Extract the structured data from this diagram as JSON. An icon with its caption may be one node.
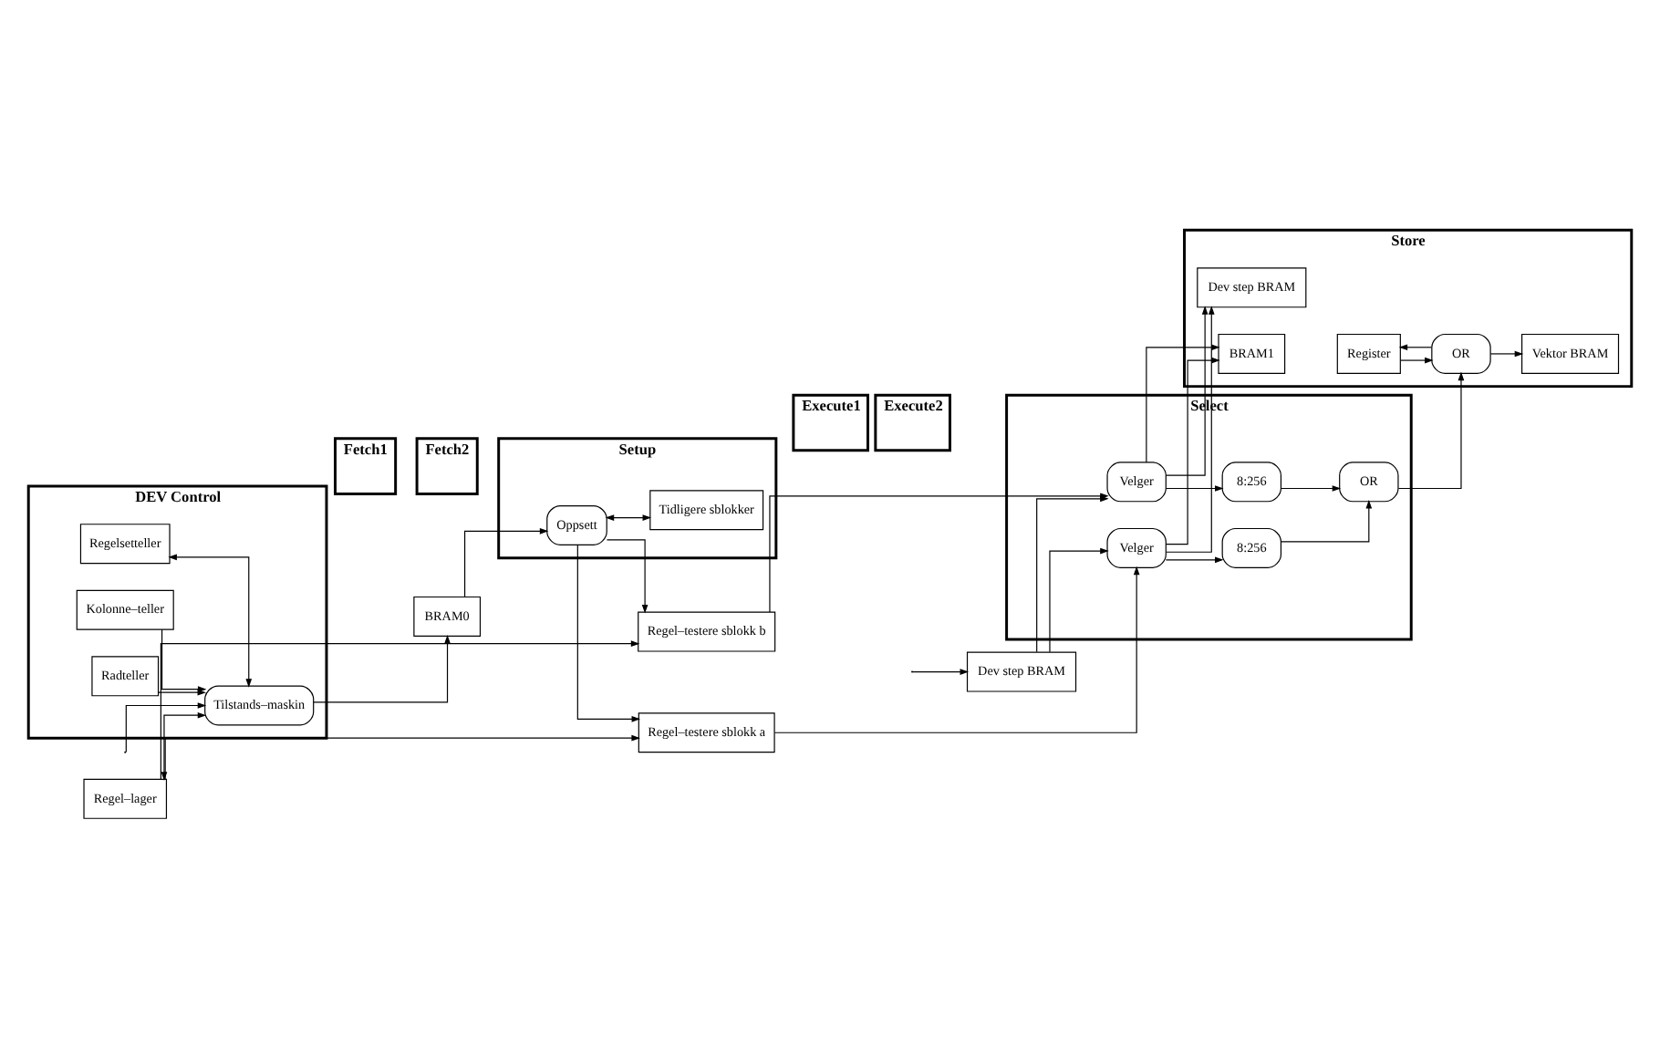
{
  "diagram": {
    "nodes": [
      {
        "text": [
          "DEV Control"
        ]
      },
      {
        "text": [
          "Fetch1"
        ]
      },
      {
        "text": [
          "Fetch2"
        ]
      },
      {
        "text": [
          "Setup"
        ]
      },
      {
        "text": [
          "Execute1"
        ]
      },
      {
        "text": [
          "Execute2"
        ]
      },
      {
        "text": [
          "Select"
        ]
      },
      {
        "text": [
          "Store"
        ]
      },
      {
        "text": [
          "Regelsetteller"
        ],
        "in": 0
      },
      {
        "text": [
          "Tilstands–maskin"
        ],
        "in": 0
      },
      {
        "text": [
          "Kolonne–teller"
        ],
        "in": 0
      },
      {
        "text": [
          "Radteller"
        ],
        "in": 0
      },
      {
        "text": [
          "BRAM0"
        ]
      },
      {
        "text": [
          "Dev step BRAM"
        ]
      },
      {
        "text": [
          "Oppsett"
        ],
        "in": 3
      },
      {
        "text": [
          "Tidligere sblokker"
        ],
        "in": 3
      },
      {
        "text": [
          "Regel–testere sblokk a"
        ]
      },
      {
        "text": [
          "Regel–testere sblokk b"
        ]
      },
      {
        "text": [
          "Velger"
        ],
        "in": 6
      },
      {
        "text": [
          "8:256"
        ],
        "in": 6
      },
      {
        "text": [
          "Velger"
        ],
        "in": 6
      },
      {
        "text": [
          "8:256"
        ],
        "in": 6
      },
      {
        "text": [
          "OR"
        ],
        "in": 6
      },
      {
        "text": [
          "BRAM1"
        ],
        "in": 7
      },
      {
        "text": [
          "Dev step BRAM"
        ],
        "in": 7
      },
      {
        "text": [
          "Vektor BRAM"
        ],
        "in": 7
      },
      {
        "text": [
          "Register"
        ],
        "in": 7
      },
      {
        "text": [
          "OR"
        ],
        "in": 7
      },
      {
        "text": [
          "Regel–lager"
        ]
      }
    ],
    "edges": [
      {
        "from": null,
        "to": 9,
        "arrow": "to"
      },
      {
        "from": 8,
        "to": 9,
        "arrow": "both"
      },
      {
        "from": 10,
        "to": 9,
        "arrow": "to"
      },
      {
        "from": 11,
        "to": 9,
        "arrow": "to"
      },
      {
        "from": 28,
        "to": 9,
        "arrow": "both"
      },
      {
        "from": 9,
        "to": 12,
        "arrow": "to"
      },
      {
        "from": null,
        "to": 13,
        "arrow": "to"
      },
      {
        "from": 12,
        "to": 14,
        "arrow": "to"
      },
      {
        "from": 14,
        "to": 15,
        "arrow": "both"
      },
      {
        "from": 14,
        "to": 16,
        "arrow": "to"
      },
      {
        "from": 14,
        "to": 17,
        "arrow": "to"
      },
      {
        "from": 28,
        "to": 16,
        "arrow": "to"
      },
      {
        "from": 28,
        "to": 17,
        "arrow": "to"
      },
      {
        "from": 16,
        "to": 18,
        "arrow": "to"
      },
      {
        "from": 13,
        "to": 18,
        "arrow": "to"
      },
      {
        "from": 17,
        "to": 20,
        "arrow": "to"
      },
      {
        "from": 13,
        "to": 20,
        "arrow": "to"
      },
      {
        "from": 18,
        "to": 19,
        "arrow": "to"
      },
      {
        "from": 18,
        "to": 23,
        "arrow": "to"
      },
      {
        "from": 18,
        "to": 24,
        "arrow": "to"
      },
      {
        "from": 20,
        "to": 21,
        "arrow": "to"
      },
      {
        "from": 20,
        "to": 23,
        "arrow": "to"
      },
      {
        "from": 20,
        "to": 24,
        "arrow": "to"
      },
      {
        "from": 19,
        "to": 22,
        "arrow": "to"
      },
      {
        "from": 21,
        "to": 22,
        "arrow": "to"
      },
      {
        "from": 22,
        "to": 27,
        "arrow": "to"
      },
      {
        "from": 27,
        "to": 26,
        "arrow": "to"
      },
      {
        "from": 26,
        "to": 27,
        "arrow": "to"
      },
      {
        "from": 27,
        "to": 25,
        "arrow": "to"
      }
    ]
  }
}
